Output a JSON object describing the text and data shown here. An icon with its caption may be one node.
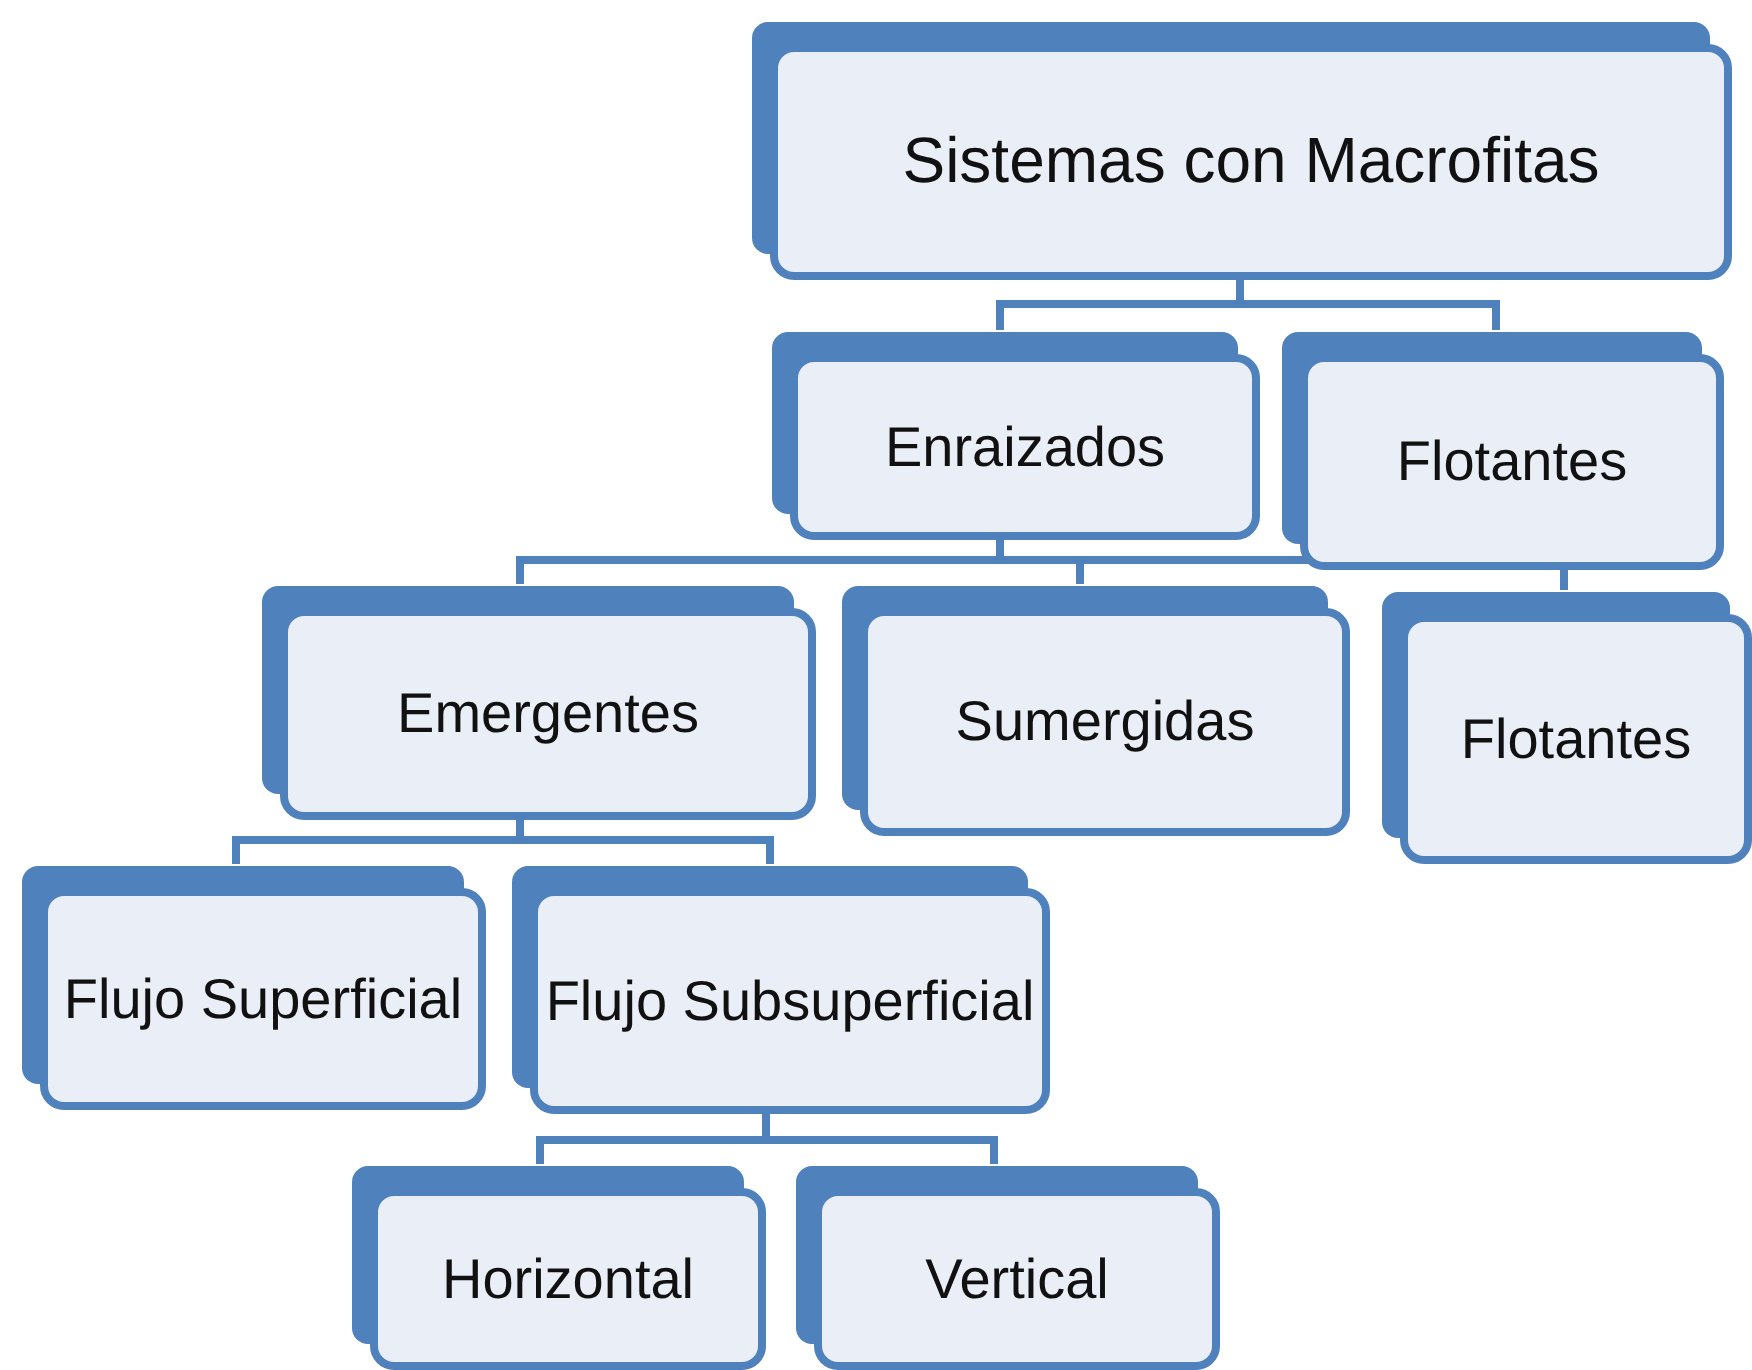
{
  "diagram": {
    "nodes": [
      {
        "text": [
          "Sistemas con Macrofitas"
        ]
      },
      {
        "text": [
          "Enraizados"
        ]
      },
      {
        "text": [
          "Flotantes"
        ]
      },
      {
        "text": [
          "Emergentes"
        ]
      },
      {
        "text": [
          "Sumergidas"
        ]
      },
      {
        "text": [
          "Flotantes"
        ]
      },
      {
        "text": [
          "Flujo Superficial"
        ]
      },
      {
        "text": [
          "Flujo Subsuperficial"
        ]
      },
      {
        "text": [
          "Horizontal"
        ]
      },
      {
        "text": [
          "Vertical"
        ]
      }
    ],
    "edges": [
      {
        "from": 0,
        "to": 1,
        "arrow": "none"
      },
      {
        "from": 0,
        "to": 2,
        "arrow": "none"
      },
      {
        "from": 1,
        "to": 3,
        "arrow": "none"
      },
      {
        "from": 1,
        "to": 4,
        "arrow": "none"
      },
      {
        "from": 1,
        "to": 5,
        "arrow": "none"
      },
      {
        "from": 3,
        "to": 6,
        "arrow": "none"
      },
      {
        "from": 3,
        "to": 7,
        "arrow": "none"
      },
      {
        "from": 7,
        "to": 8,
        "arrow": "none"
      },
      {
        "from": 7,
        "to": 9,
        "arrow": "none"
      }
    ]
  }
}
